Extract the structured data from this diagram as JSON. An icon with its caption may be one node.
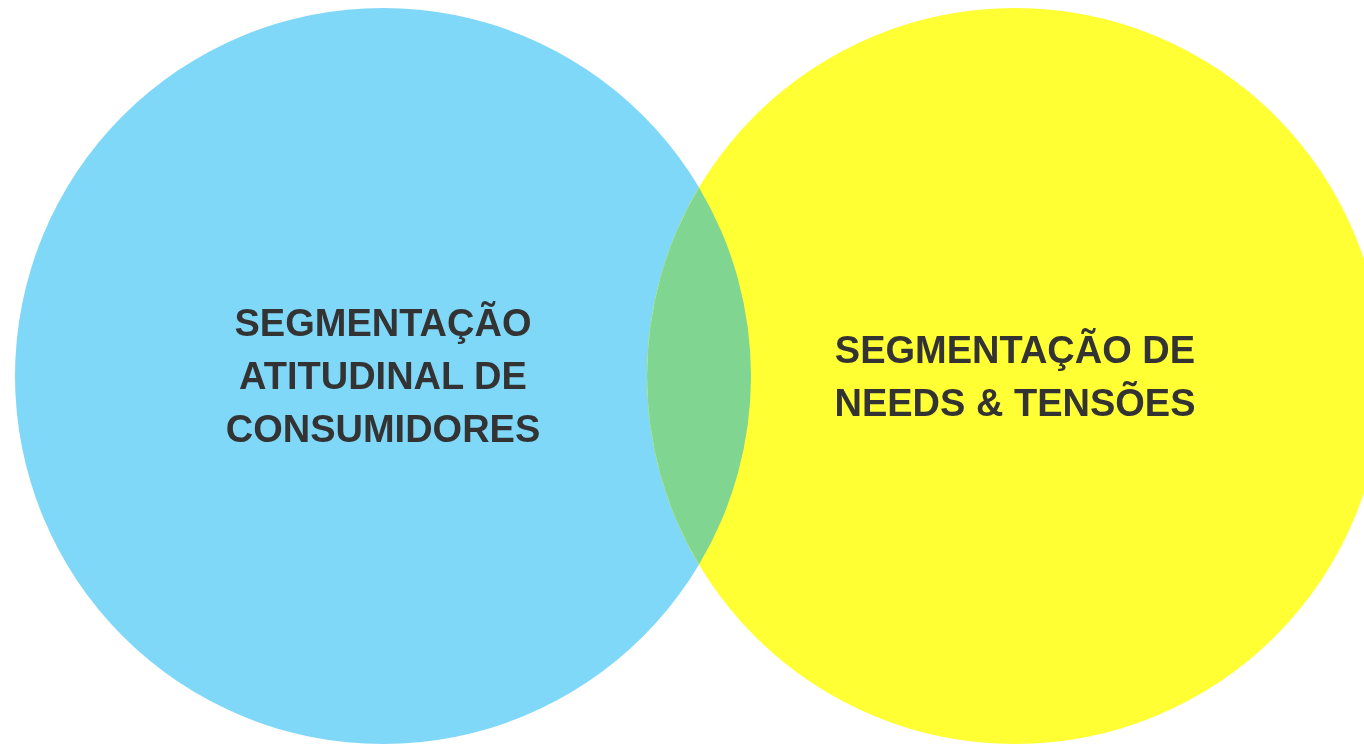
{
  "diagram": {
    "nodes": [
      {
        "text": [
          "SEGMENTAÇÃO ATITUDINAL DE CONSUMIDORES"
        ]
      },
      {
        "text": [
          "SEGMENTAÇÃO DE NEEDS & TENSÕES"
        ]
      },
      {
        "text": [],
        "shape": "lens"
      }
    ]
  }
}
